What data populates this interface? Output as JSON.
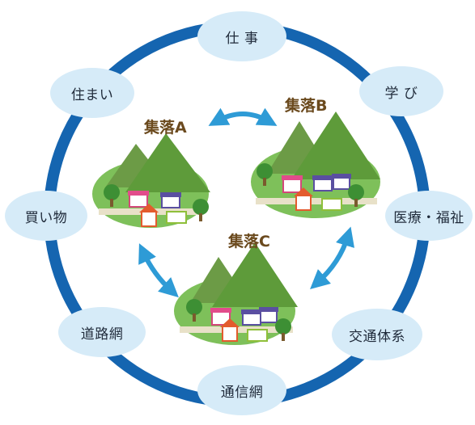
{
  "ring_items": {
    "work": "仕 事",
    "learning": "学 び",
    "medical_welfare": "医療・福祉",
    "transport_system": "交通体系",
    "communication_network": "通信網",
    "road_network": "道路網",
    "shopping": "買い物",
    "housing": "住まい"
  },
  "villages": {
    "a": "集落A",
    "b": "集落B",
    "c": "集落C"
  },
  "colors": {
    "ring": "#1565b0",
    "bubble": "#d6ebf8",
    "arrow": "#2e9bd6",
    "label_text": "#6b4a1e",
    "grass": "#7ec05a",
    "mountain": "#5e9b3a"
  }
}
